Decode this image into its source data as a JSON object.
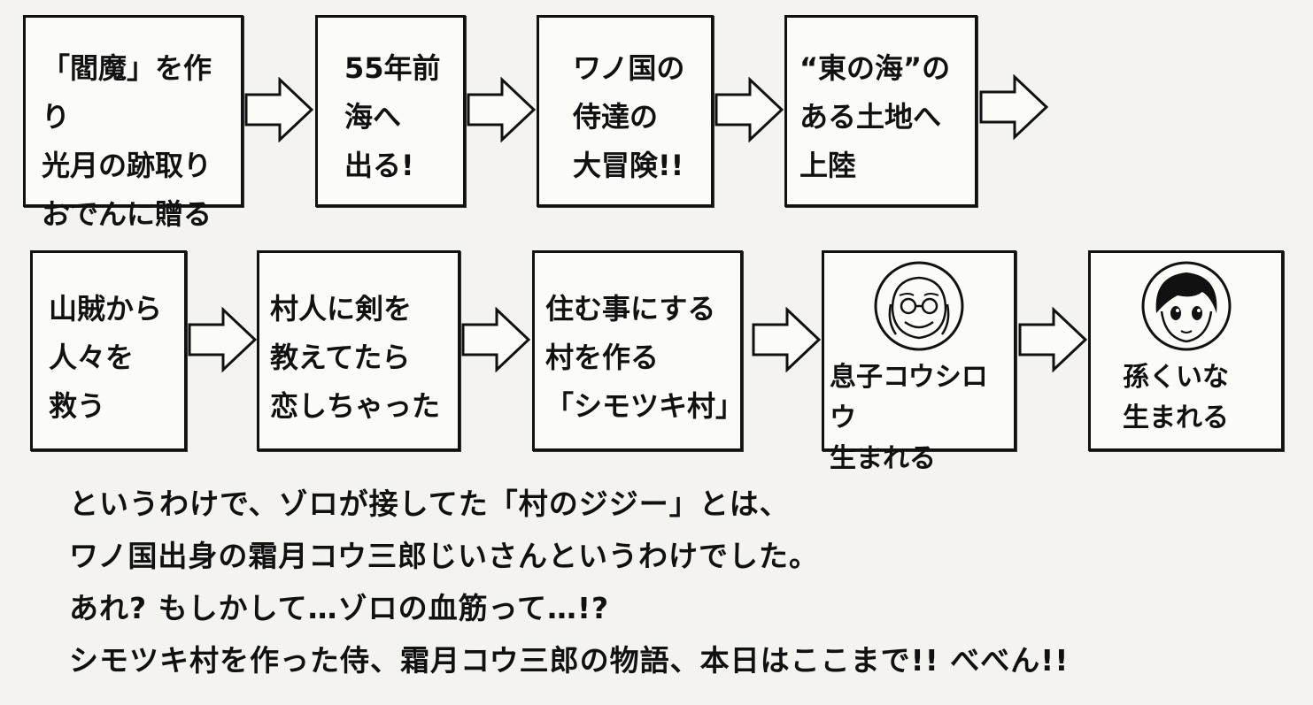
{
  "boxes": [
    {
      "text": "「閻魔」を作り\n光月の跡取り\nおでんに贈る"
    },
    {
      "text": "55年前\n海へ\n出る!"
    },
    {
      "text": "ワノ国の\n侍達の\n大冒険!!"
    },
    {
      "text": "“東の海”の\nある土地へ\n上陸"
    },
    {
      "text": "山賊から\n人々を\n救う"
    },
    {
      "text": "村人に剣を\n教えてたら\n恋しちゃった"
    },
    {
      "text": "住む事にする\n村を作る\n「シモツキ村」"
    },
    {
      "text": "息子コウシロウ\n生まれる",
      "face": "old-man-face-icon"
    },
    {
      "text": "孫くいな\n生まれる",
      "face": "girl-face-icon"
    }
  ],
  "caption": {
    "line1": "というわけで、ゾロが接してた「村のジジー」とは、",
    "line2": "ワノ国出身の霜月コウ三郎じいさんというわけでした。",
    "line3": "あれ? もしかして…ゾロの血筋って…!?",
    "line4": "シモツキ村を作った侍、霜月コウ三郎の物語、本日はここまで!! べべん!!"
  }
}
